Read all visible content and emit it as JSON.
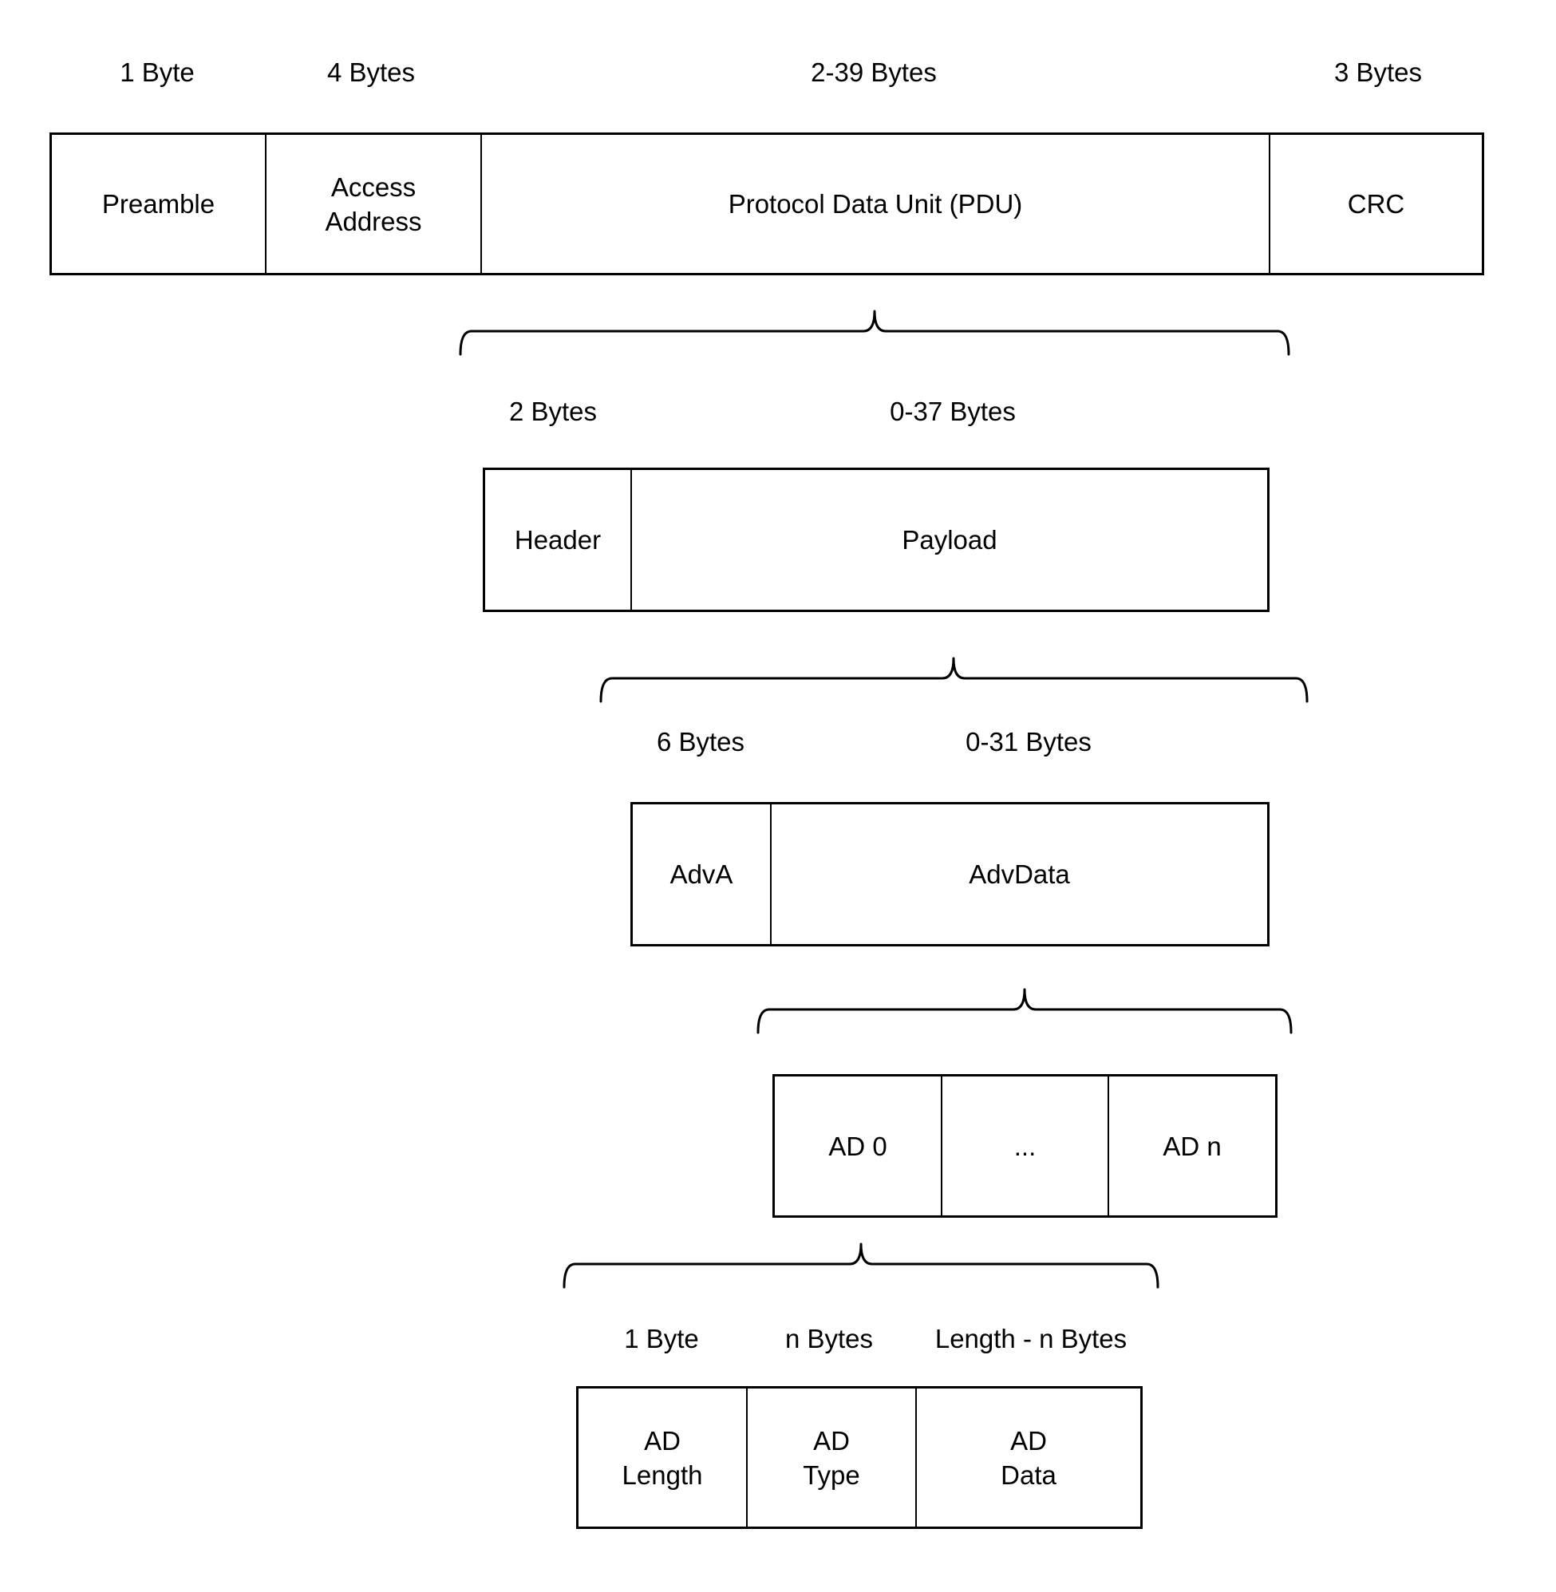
{
  "labels": {
    "packet_sizes": [
      "1 Byte",
      "4 Bytes",
      "2-39 Bytes",
      "3 Bytes"
    ],
    "pdu_sizes": [
      "2 Bytes",
      "0-37 Bytes"
    ],
    "payload_sizes": [
      "6 Bytes",
      "0-31 Bytes"
    ],
    "ad_sizes": [
      "1 Byte",
      "n Bytes",
      "Length - n Bytes"
    ]
  },
  "rows": {
    "packet": [
      "Preamble",
      "Access\nAddress",
      "Protocol Data Unit (PDU)",
      "CRC"
    ],
    "pdu": [
      "Header",
      "Payload"
    ],
    "payload": [
      "AdvA",
      "AdvData"
    ],
    "advdata": [
      "AD 0",
      "...",
      "AD n"
    ],
    "ad": [
      "AD\nLength",
      "AD\nType",
      "AD\nData"
    ]
  },
  "colors": {
    "stroke": "#000000",
    "background": "#ffffff",
    "text": "#000000"
  }
}
